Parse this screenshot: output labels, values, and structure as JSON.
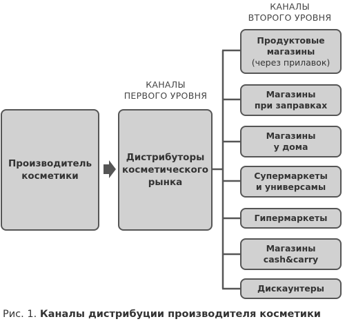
{
  "headers": {
    "level1": [
      "КАНАЛЫ",
      "ПЕРВОГО УРОВНЯ"
    ],
    "level2": [
      "КАНАЛЫ",
      "ВТОРОГО УРОВНЯ"
    ]
  },
  "producer": [
    "Производитель",
    "косметики"
  ],
  "distributor": [
    "Дистрибуторы",
    "косметического",
    "рынка"
  ],
  "channels": [
    {
      "lines": [
        "Продуктовые",
        "магазины"
      ],
      "note": "(через прилавок)"
    },
    {
      "lines": [
        "Магазины",
        "при заправках"
      ]
    },
    {
      "lines": [
        "Магазины",
        "у дома"
      ]
    },
    {
      "lines": [
        "Супермаркеты",
        "и универсамы"
      ]
    },
    {
      "lines": [
        "Гипермаркеты"
      ]
    },
    {
      "lines": [
        "Магазины",
        "cash&carry"
      ]
    },
    {
      "lines": [
        "Дискаунтеры"
      ]
    }
  ],
  "caption": {
    "prefix": "Рис. 1.",
    "title": "Каналы дистрибуции производителя косметики"
  },
  "colors": {
    "box_fill": "#d1d1d1",
    "box_border": "#555555",
    "connector": "#555555"
  }
}
